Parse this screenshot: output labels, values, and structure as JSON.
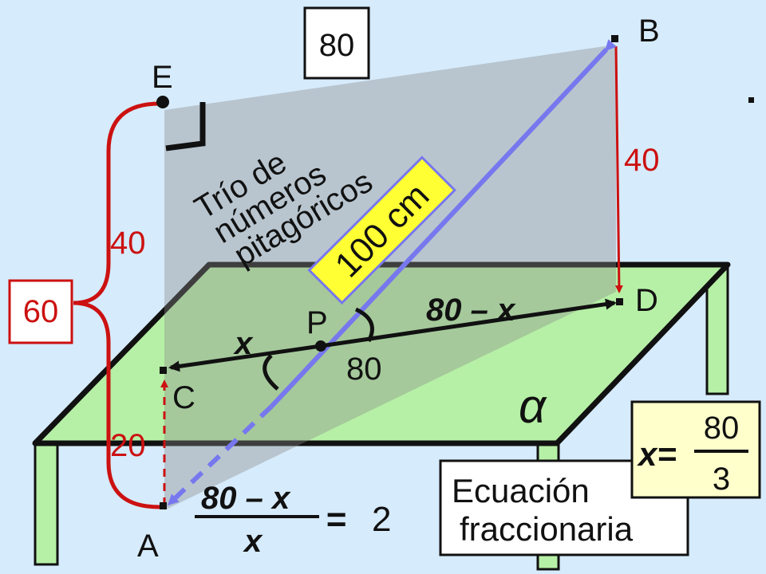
{
  "colors": {
    "background": "#d6ebfb",
    "table_top": "#b6f0a6",
    "table_edge": "#111111",
    "legs": "#b6f0a6",
    "gray_plane": "#9a9a9a",
    "red": "#cc1111",
    "blue": "#7777ee",
    "yellow": "#ffff33",
    "pale_yellow": "#ffffcc"
  },
  "points": {
    "A": "A",
    "B": "B",
    "C": "C",
    "D": "D",
    "E": "E",
    "P": "P"
  },
  "labels": {
    "top_box": "80",
    "bd_length": "40",
    "ec_length": "40",
    "ca_length": "20",
    "ea_total": "60",
    "diagonal": "100 cm",
    "pythagorean_line1": "Trío de",
    "pythagorean_line2": "números",
    "pythagorean_line3": "pitagóricos",
    "pd_segment": "80 – x",
    "cp_segment": "x",
    "cd_total": "80",
    "plane": "α"
  },
  "equation": {
    "numerator": "80 – x",
    "denominator": "x",
    "equals": "=",
    "rhs": "2"
  },
  "solution": {
    "variable": "x=",
    "numerator": "80",
    "denominator": "3"
  },
  "caption": {
    "line1": "Ecuación",
    "line2": "fraccionaria"
  },
  "icons": [
    "right-angle-icon",
    "angle-arc-icon",
    "brace-icon",
    "arrow-icon"
  ]
}
